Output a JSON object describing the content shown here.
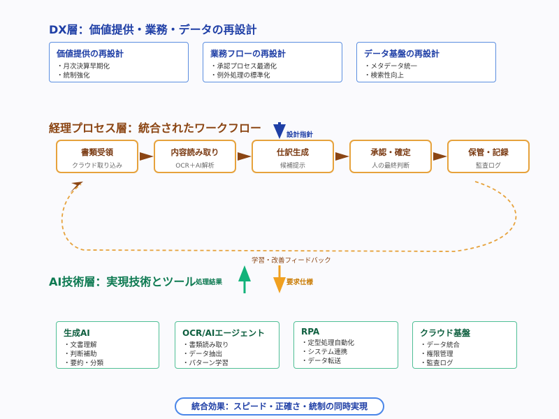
{
  "dx_layer": {
    "title": "DX層：価値提供・業務・データの再設計",
    "boxes": [
      {
        "title": "価値提供の再設計",
        "items": [
          "月次決算早期化",
          "統制強化"
        ]
      },
      {
        "title": "業務フローの再設計",
        "items": [
          "承認プロセス最適化",
          "例外処理の標準化"
        ]
      },
      {
        "title": "データ基盤の再設計",
        "items": [
          "メタデータ統一",
          "検索性向上"
        ]
      }
    ]
  },
  "process_layer": {
    "title": "経理プロセス層：統合されたワークフロー",
    "design_label": "設計指針",
    "steps": [
      {
        "title": "書類受領",
        "sub": "クラウド取り込み"
      },
      {
        "title": "内容読み取り",
        "sub": "OCR＋AI解析"
      },
      {
        "title": "仕訳生成",
        "sub": "候補提示"
      },
      {
        "title": "承認・確定",
        "sub": "人の最終判断"
      },
      {
        "title": "保管・記録",
        "sub": "監査ログ"
      }
    ],
    "feedback_label": "学習・改善フィードバック"
  },
  "ai_layer": {
    "title": "AI技術層：実現技術とツール",
    "result_label": "処理結果",
    "spec_label": "要求仕様",
    "boxes": [
      {
        "title": "生成AI",
        "items": [
          "文書理解",
          "判断補助",
          "要約・分類"
        ]
      },
      {
        "title": "OCR/AIエージェント",
        "items": [
          "書類読み取り",
          "データ抽出",
          "パターン学習"
        ]
      },
      {
        "title": "RPA",
        "items": [
          "定型処理自動化",
          "システム連携",
          "データ転送"
        ]
      },
      {
        "title": "クラウド基盤",
        "items": [
          "データ統合",
          "権限管理",
          "監査ログ"
        ]
      }
    ]
  },
  "summary": "統合効果：スピード・正確さ・統制の同時実現",
  "colors": {
    "dx": "#1f3fa6",
    "process": "#e6a23c",
    "ai": "#4fbf95",
    "arrow_brown": "#8b4513"
  }
}
